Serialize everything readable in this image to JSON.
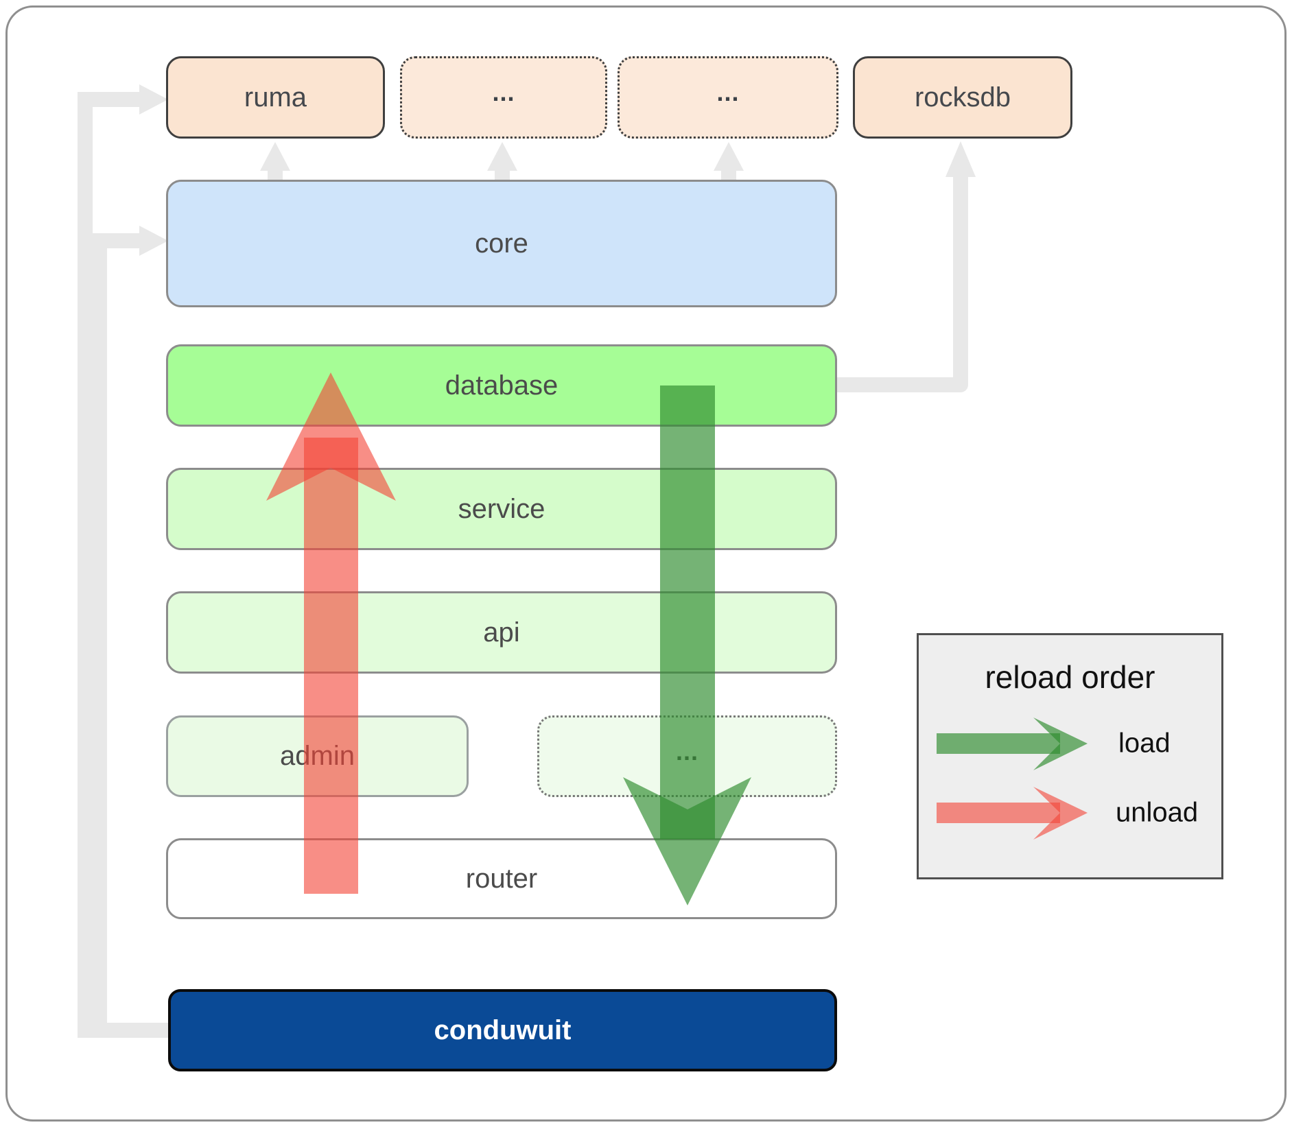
{
  "nodes": {
    "ruma": "ruma",
    "top_ellipsis_1": "...",
    "top_ellipsis_2": "...",
    "rocksdb": "rocksdb",
    "core": "core",
    "database": "database",
    "service": "service",
    "api": "api",
    "admin": "admin",
    "mid_ellipsis": "...",
    "router": "router",
    "conduwuit": "conduwuit"
  },
  "legend": {
    "title": "reload order",
    "items": [
      {
        "label": "load",
        "color": "#2e8b2e"
      },
      {
        "label": "unload",
        "color": "#f44336"
      }
    ]
  },
  "colors": {
    "connector_gray": "#e8e8e8",
    "load_arrow_green": "#2e8b2e",
    "unload_arrow_red": "#f44336",
    "conduwuit_bg": "#0a4a96",
    "conduwuit_text": "#ffffff",
    "core_bg": "#cfe4fa",
    "database_bg": "#a6fd96",
    "service_bg": "#d5fccb",
    "api_bg": "#e2fcdb",
    "admin_bg": "#eafae5",
    "mid_ellipsis_bg": "#effbec",
    "peach_bg": "#fbe4d1",
    "label_text": "#4b4b4b"
  }
}
